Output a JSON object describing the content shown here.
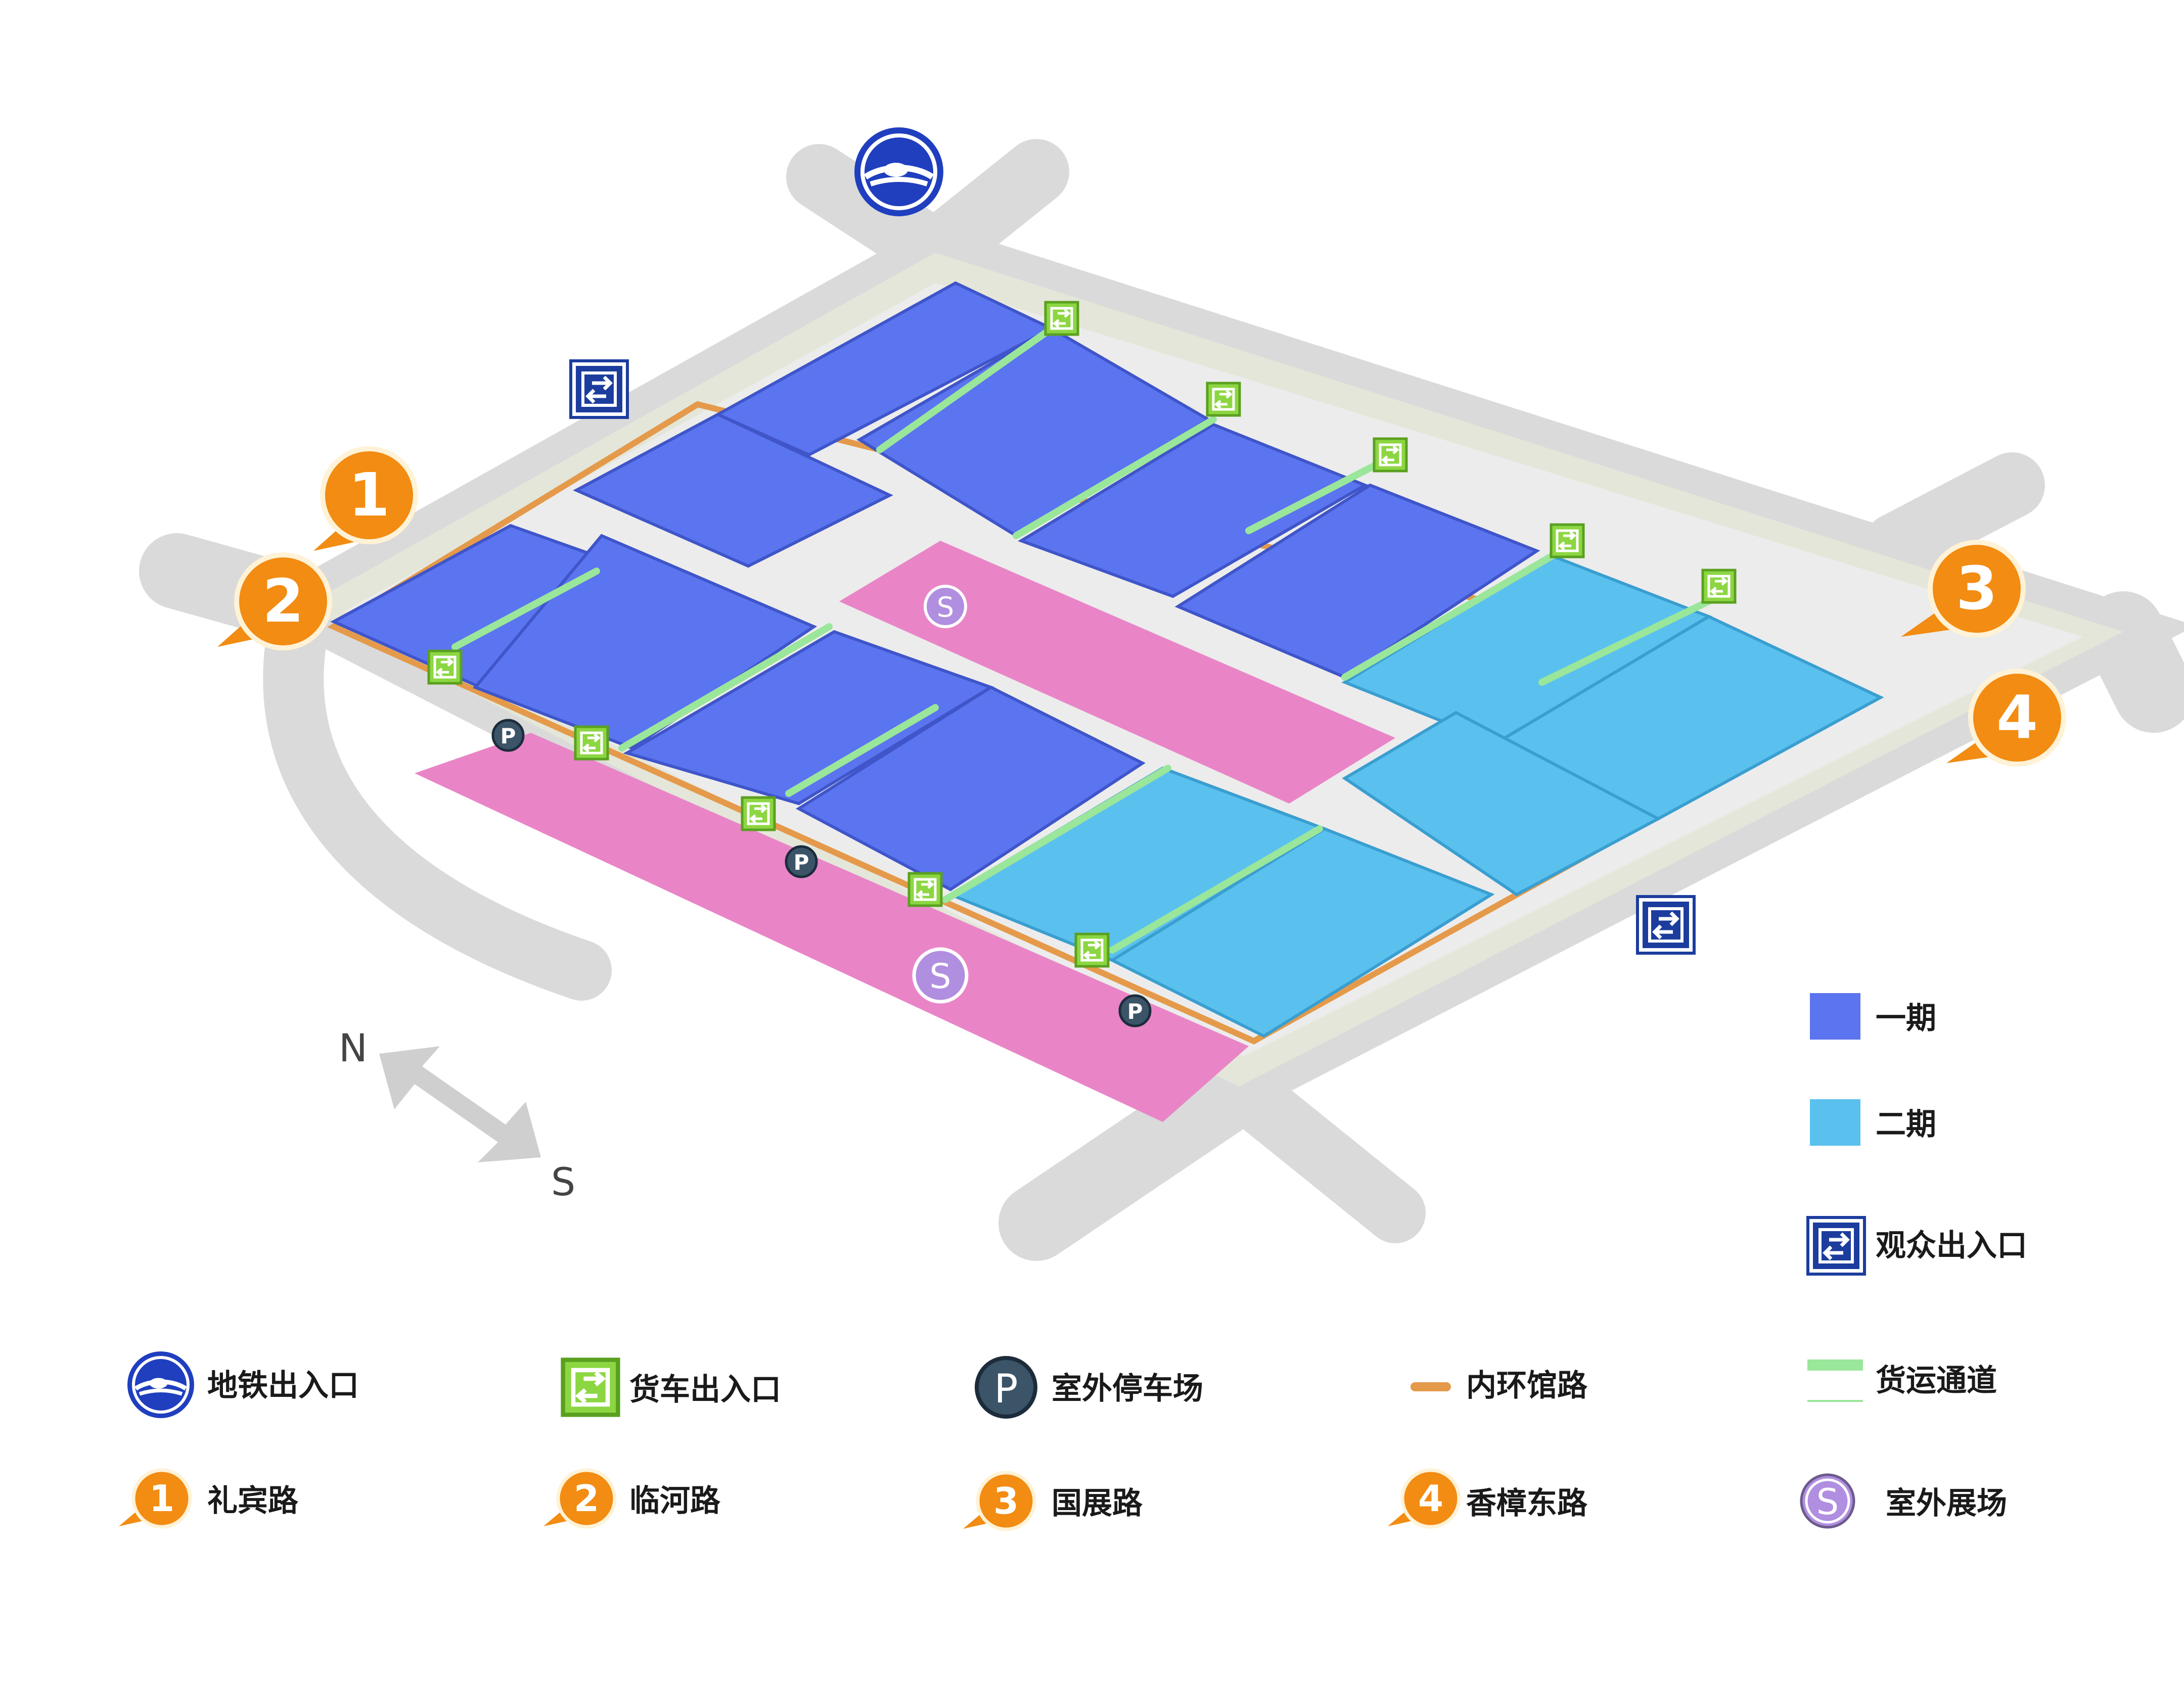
{
  "colors": {
    "phase1": "#5b74ef",
    "phase2": "#5ac1ee",
    "outdoor_exhibition": "#e985c7",
    "inner_road": "#e49a4a",
    "freight_channel": "#9ae69a",
    "metro": "#1f3fbf",
    "parking": "#3b5468",
    "orange_marker": "#f28c12",
    "visitor_entrance": "#1c3d9e",
    "truck_entrance": "#8cd642",
    "street": "#d9d9d9",
    "grass": "#d7dcc6",
    "s_marker": "#b08ee0"
  },
  "map": {
    "compass": {
      "north": "N",
      "south": "S"
    },
    "parking_label": "P",
    "outdoor_label": "S",
    "road_markers": [
      "1",
      "2",
      "3",
      "4"
    ]
  },
  "legend": {
    "phase1": "一期",
    "phase2": "二期",
    "visitor_entrance": "观众出入口",
    "metro_entrance": "地铁出入口",
    "truck_entrance": "货车出入口",
    "outdoor_parking": "室外停车场",
    "inner_road": "内环馆路",
    "freight_channel": "货运通道",
    "road1": {
      "num": "1",
      "label": "礼宾路"
    },
    "road2": {
      "num": "2",
      "label": "临河路"
    },
    "road3": {
      "num": "3",
      "label": "国展路"
    },
    "road4": {
      "num": "4",
      "label": "香樟东路"
    },
    "outdoor_exhibition": {
      "letter": "S",
      "label": "室外展场"
    },
    "parking_letter": "P"
  }
}
